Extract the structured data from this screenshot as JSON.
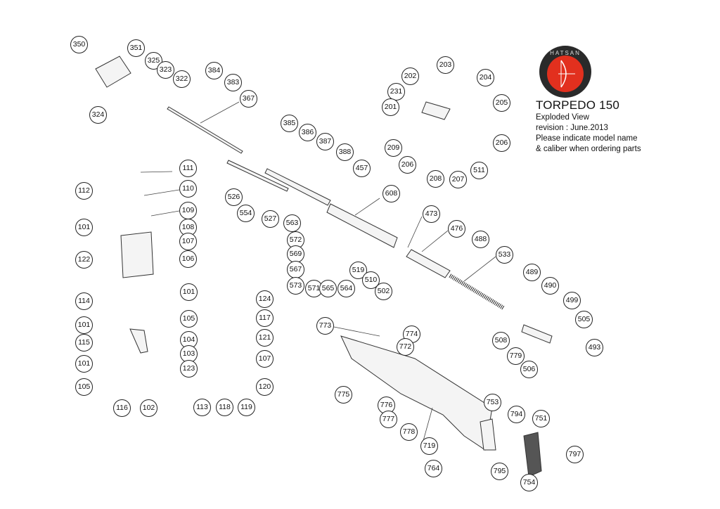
{
  "logo": {
    "text": "HATSAN",
    "colors": {
      "ring": "#2a2a2a",
      "center": "#e2301e"
    }
  },
  "title": {
    "model": "TORPEDO 150",
    "lines": [
      "Exploded View",
      "revision : June.2013",
      "Please indicate model name",
      " & caliber when ordering parts"
    ]
  },
  "parts": [
    "350",
    "351",
    "325",
    "323",
    "322",
    "384",
    "383",
    "367",
    "324",
    "385",
    "386",
    "387",
    "388",
    "457",
    "203",
    "202",
    "204",
    "231",
    "201",
    "205",
    "206",
    "209",
    "206",
    "511",
    "207",
    "208",
    "111",
    "112",
    "110",
    "109",
    "108",
    "101",
    "107",
    "122",
    "106",
    "114",
    "526",
    "554",
    "527",
    "608",
    "563",
    "572",
    "569",
    "567",
    "573",
    "571",
    "565",
    "564",
    "519",
    "510",
    "502",
    "473",
    "476",
    "488",
    "533",
    "489",
    "490",
    "499",
    "505",
    "508",
    "779",
    "493",
    "506",
    "101",
    "124",
    "117",
    "115",
    "101",
    "105",
    "104",
    "121",
    "103",
    "107",
    "101",
    "105",
    "123",
    "120",
    "116",
    "102",
    "113",
    "118",
    "119",
    "773",
    "774",
    "772",
    "775",
    "776",
    "777",
    "778",
    "719",
    "764",
    "753",
    "794",
    "751",
    "797",
    "795",
    "754"
  ]
}
